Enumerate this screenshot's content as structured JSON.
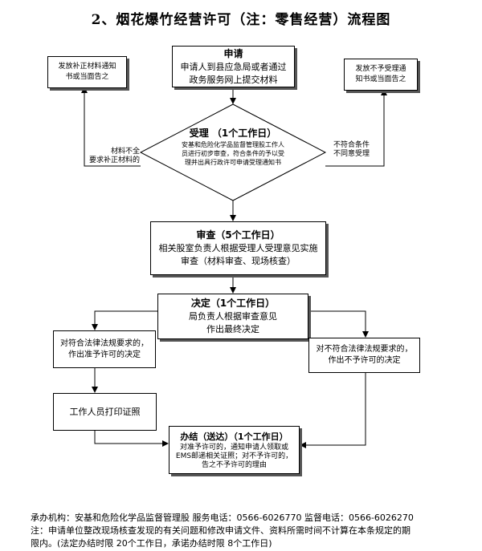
{
  "title": "2、烟花爆竹经营许可（注：零售经营）流程图",
  "apply": {
    "heading": "申请",
    "line1": "申请人到县应急局或者通过",
    "line2": "政务服务网上提交材料"
  },
  "notice_supplement": {
    "line1": "发放补正材料通知",
    "line2": "书或当面告之"
  },
  "notice_reject": {
    "line1": "发放不予受理通",
    "line2": "知书或当面告之"
  },
  "accept": {
    "heading": "受理 （1个工作日）",
    "line1": "安基和危险化学品监督管理股工作人",
    "line2": "员进行初步审查，符合条件的予以受",
    "line3": "理并出具行政许可申请受理通知书"
  },
  "label_incomplete": {
    "line1": "材料不全",
    "line2": "要求补正材料的"
  },
  "label_nonconforming": {
    "line1": "不符合条件",
    "line2": "不同意受理"
  },
  "review": {
    "heading": "审查（5个工作日）",
    "line1": "相关股室负责人根据受理人受理意见实施",
    "line2": "审查（材料审查、现场核查）"
  },
  "decision": {
    "heading": "决定（1个工作日）",
    "line1": "局负责人根据审查意见",
    "line2": "作出最终决定"
  },
  "grant": {
    "line1": "对符合法律法规要求的，",
    "line2": "作出准予许可的决定"
  },
  "deny": {
    "line1": "对不符合法律法规要求的，",
    "line2": "作出不予许可的决定"
  },
  "print": {
    "text": "工作人员打印证照"
  },
  "conclude": {
    "heading": "办结（送达）（1个工作日）",
    "line1": "对准予许可的，通知申请人领取或",
    "line2": "EMS邮递相关证照；对不予许可的，",
    "line3": "告之不予许可的理由"
  },
  "footer": {
    "line1": "承办机构：安基和危险化学品监督管理股   服务电话：0566-6026770   监督电话：0566-6026270",
    "line2": "注：申请单位整改现场核查发现的有关问题和修改申请文件、资料所需时间不计算在本条规定的期",
    "line3": "限内。(法定办结时限 20个工作日，承诺办结时限 8个工作日)"
  }
}
